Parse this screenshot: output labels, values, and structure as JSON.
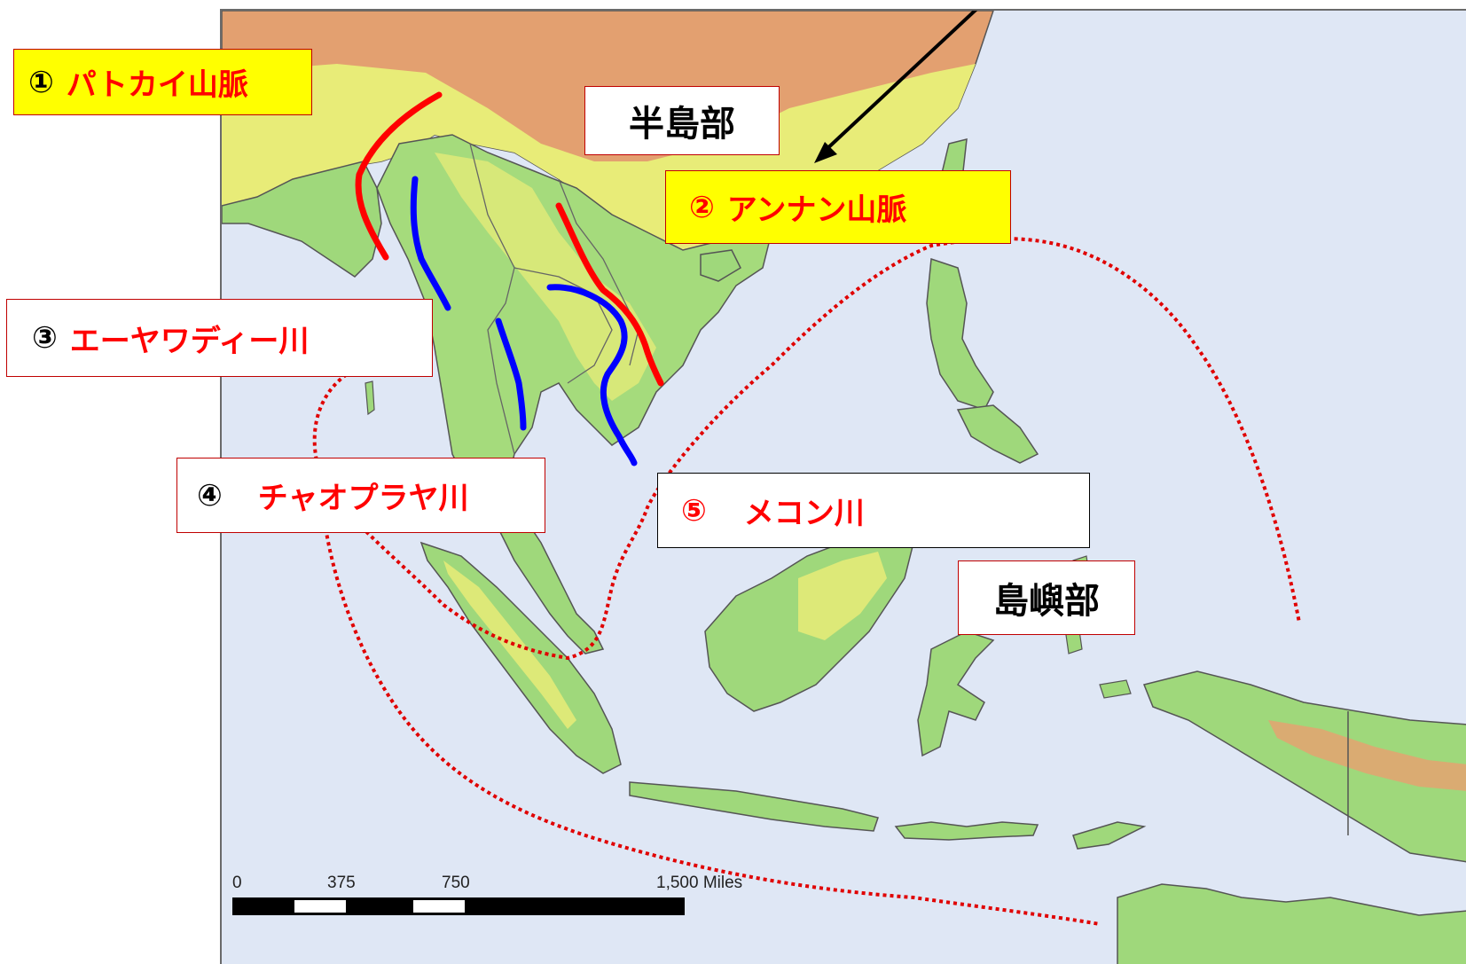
{
  "labels": {
    "patkai": {
      "number": "①",
      "name": "パトカイ山脈"
    },
    "annan": {
      "number": "②",
      "name": "アンナン山脈"
    },
    "irrawaddy": {
      "number": "③",
      "name": "エーヤワディー川"
    },
    "chaophraya": {
      "number": "④",
      "name": "チャオプラヤ川"
    },
    "mekong": {
      "number": "⑤",
      "name": "メコン川"
    },
    "peninsula": "半島部",
    "islands": "島嶼部"
  },
  "scale_bar": {
    "ticks": [
      "0",
      "375",
      "750",
      "1,500 Miles"
    ]
  },
  "colors": {
    "mountain_line": "#ff0000",
    "river_line": "#0000ff",
    "region_boundary": "#e00000",
    "sea": "#dfe7f5",
    "land_low": "#8fd27a",
    "land_mid": "#e9ef78",
    "land_high": "#e5a36d"
  }
}
